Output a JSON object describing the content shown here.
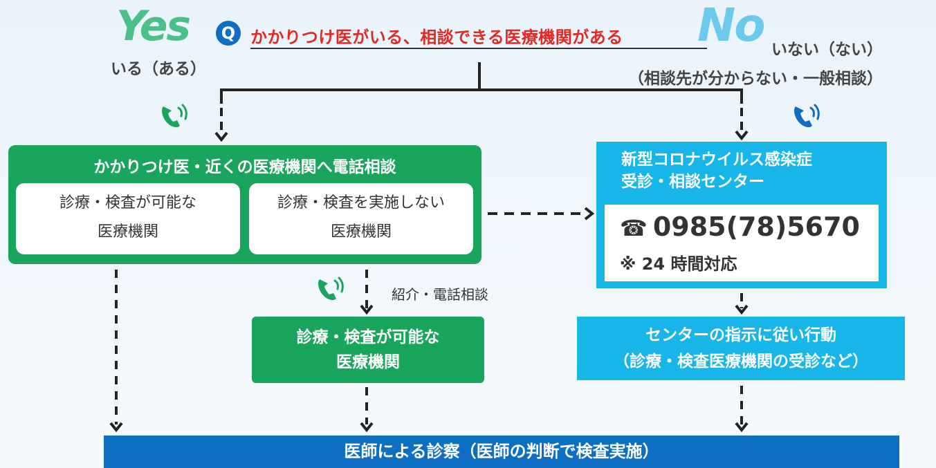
{
  "header": {
    "yes_word": "Yes",
    "yes_answer": "いる（ある）",
    "q_badge": "Q",
    "question": "かかりつけ医がいる、相談できる医療機関がある",
    "no_word": "No",
    "no_answer": "いない（ない）",
    "no_sub": "（相談先が分からない・一般相談）"
  },
  "left_branch": {
    "title": "かかりつけ医・近くの医療機関へ電話相談",
    "card_possible": {
      "line1": "診療・検査が可能な",
      "line2": "医療機関"
    },
    "card_not_possible": {
      "line1": "診療・検査を実施しない",
      "line2": "医療機関"
    },
    "referral_label": "紹介・電話相談",
    "referred_box": {
      "line1": "診療・検査が可能な",
      "line2": "医療機関"
    }
  },
  "right_branch": {
    "title_line1": "新型コロナウイルス感染症",
    "title_line2": "受診・相談センター",
    "phone_glyph": "☎",
    "phone_number": "0985(78)5670",
    "hours": "※ 24 時間対応",
    "action_line1": "センターの指示に従い行動",
    "action_line2": "（診療・検査医療機関の受診など）"
  },
  "footer": {
    "result": "医師による診察（医師の判断で検査実施）"
  },
  "colors": {
    "green": "#1aa55c",
    "light_blue": "#18b5e9",
    "dark_blue": "#0d6ec4",
    "red": "#e02a23",
    "yes_green": "#4cc08a",
    "no_blue": "#6cc9ee"
  },
  "icons": [
    "phone-icon-green",
    "phone-icon-blue",
    "question-badge-icon",
    "telephone-glyph-icon"
  ]
}
